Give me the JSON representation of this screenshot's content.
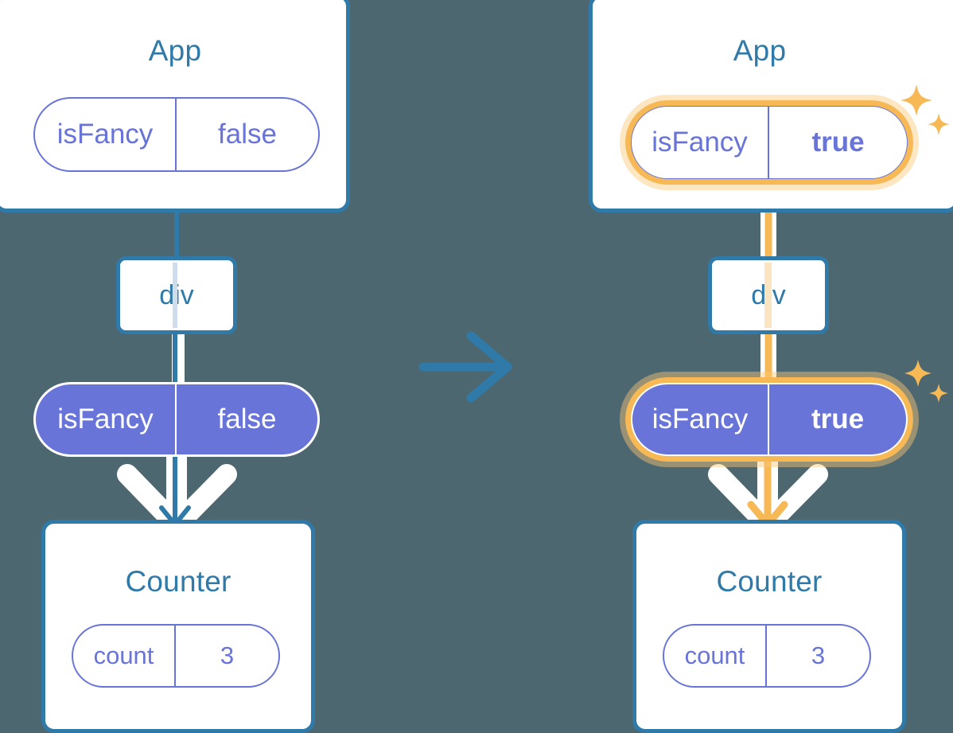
{
  "diagram": {
    "title": "React state propagation: isFancy prop flows from App through div to Counter",
    "transition_icon": "right-arrow-icon",
    "colors": {
      "background": "#4d6770",
      "card_border": "#2f7aa8",
      "card_title_text": "#2f7aa8",
      "pill_purple": "#6874d8",
      "highlight_orange": "#f7b955",
      "highlight_glow": "#fad7a0",
      "white": "#ffffff"
    }
  },
  "before": {
    "app": {
      "title": "App",
      "state_pill": {
        "key": "isFancy",
        "value": "false",
        "style": "outline",
        "highlighted": false
      }
    },
    "div_node": {
      "label": "div"
    },
    "prop_pill": {
      "key": "isFancy",
      "value": "false",
      "style": "filled",
      "highlighted": false
    },
    "counter": {
      "title": "Counter",
      "state_pill": {
        "key": "count",
        "value": "3",
        "style": "outline",
        "highlighted": false
      }
    }
  },
  "after": {
    "app": {
      "title": "App",
      "state_pill": {
        "key": "isFancy",
        "value": "true",
        "style": "outline",
        "highlighted": true,
        "value_bold": true
      }
    },
    "div_node": {
      "label": "div"
    },
    "prop_pill": {
      "key": "isFancy",
      "value": "true",
      "style": "filled",
      "highlighted": true,
      "value_bold": true
    },
    "counter": {
      "title": "Counter",
      "state_pill": {
        "key": "count",
        "value": "3",
        "style": "outline",
        "highlighted": false
      }
    }
  }
}
